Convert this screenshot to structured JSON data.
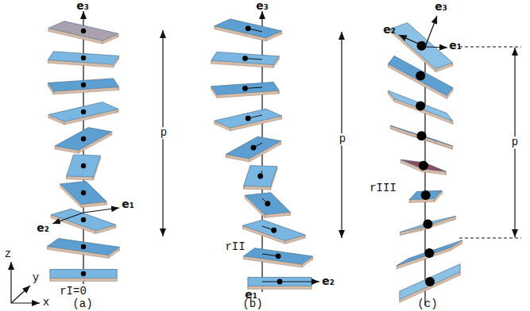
{
  "diagram": {
    "labels": [
      "e₃",
      "p",
      "e₁",
      "e₂",
      "rI=0",
      "(a)",
      "e₃",
      "p",
      "rII",
      "e₁",
      "e₂",
      "(b)",
      "e₂",
      "e₃",
      "e₁",
      "p",
      "rIII",
      "(c)",
      "z",
      "y",
      "x"
    ]
  }
}
